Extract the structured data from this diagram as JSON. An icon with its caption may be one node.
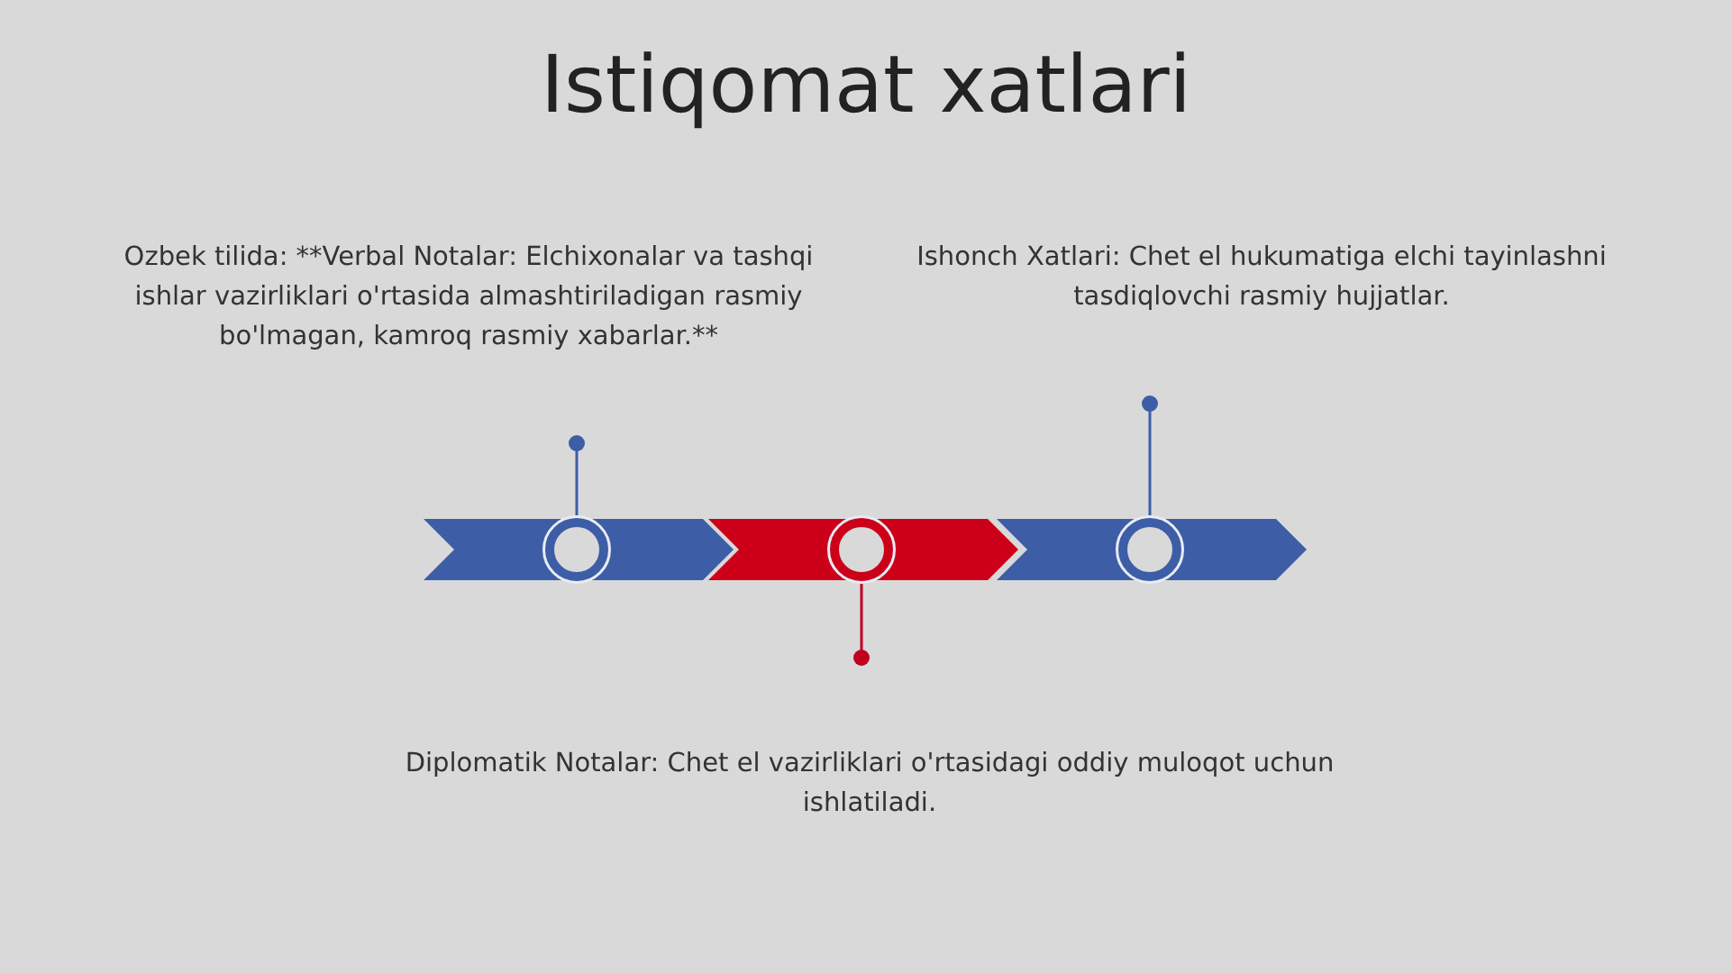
{
  "diagram": {
    "title": "Istiqomat xatlari",
    "nodes": [
      {
        "text": [
          "Ozbek tilida:   **Verbal Notalar: Elchixonalar va tashqi ishlar vazirliklari o'rtasida almashtiriladigan rasmiy bo'lmagan, kamroq rasmiy xabarlar.**"
        ]
      },
      {
        "text": [
          "Ishonch Xatlari: Chet el hukumatiga elchi tayinlashni tasdiqlovchi rasmiy hujjatlar."
        ]
      },
      {
        "text": [],
        "shape": "chevron"
      },
      {
        "text": [],
        "shape": "circle",
        "in": 2
      },
      {
        "text": [],
        "shape": "chevron"
      },
      {
        "text": [],
        "shape": "circle",
        "in": 4
      },
      {
        "text": [],
        "shape": "chevron"
      },
      {
        "text": [],
        "shape": "circle",
        "in": 6
      },
      {
        "text": [
          "Diplomatik Notalar: Chet el vazirliklari o'rtasidagi oddiy muloqot uchun ishlatiladi."
        ]
      }
    ],
    "edges": [
      {
        "from": 0,
        "to": 3,
        "arrow": "other"
      },
      {
        "from": 1,
        "to": 7,
        "arrow": "other"
      },
      {
        "from": 8,
        "to": 5,
        "arrow": "other",
        "color": "#c00020"
      }
    ]
  }
}
